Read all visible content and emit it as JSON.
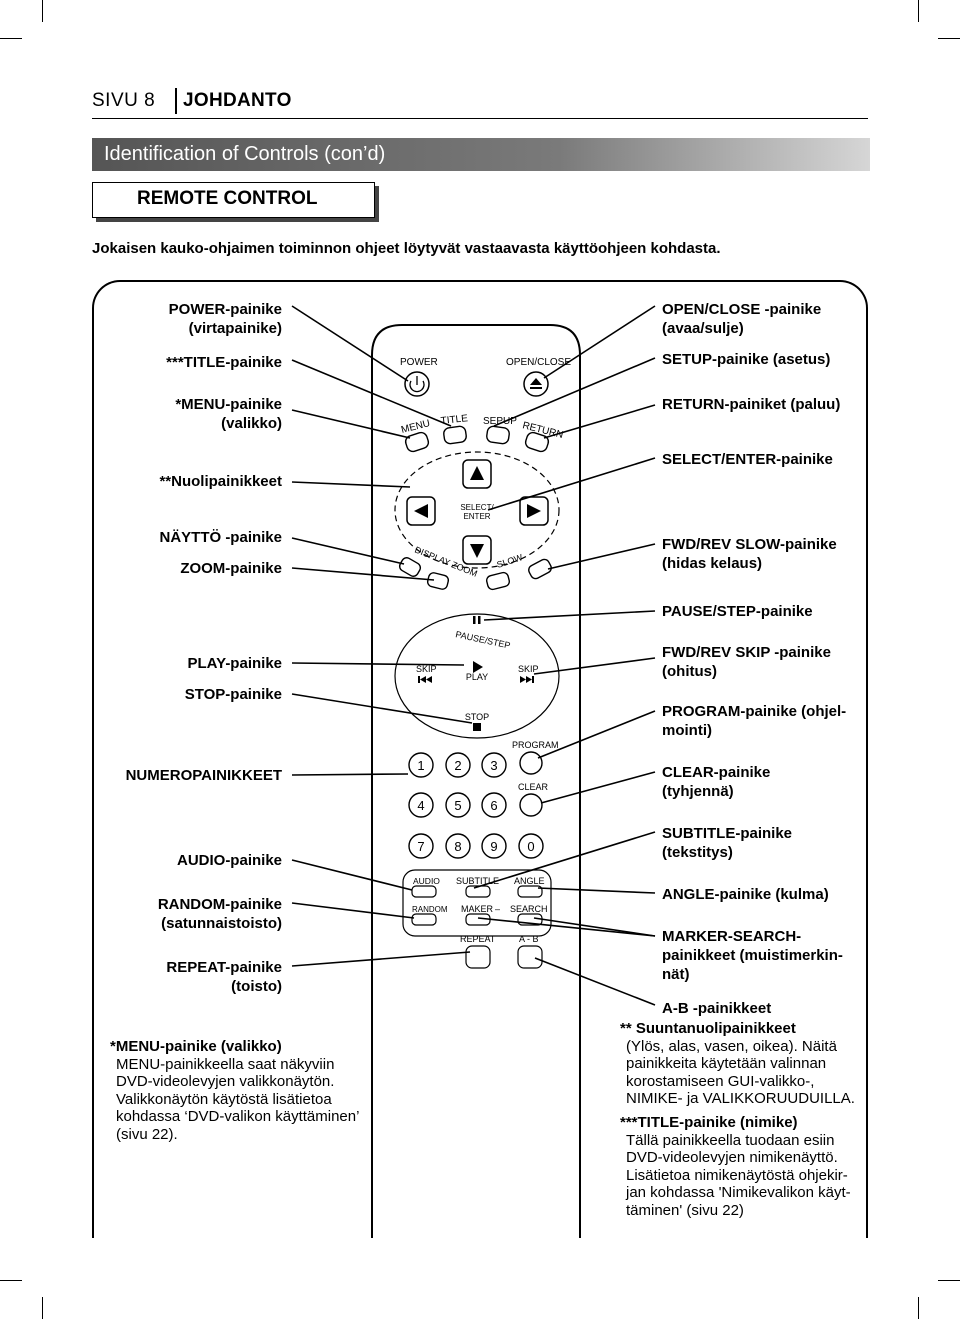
{
  "header": {
    "page": "SIVU 8",
    "section": "JOHDANTO"
  },
  "title": "Identification of Controls (con’d)",
  "subtitle": "REMOTE CONTROL",
  "intro": "Jokaisen kauko-ohjaimen toiminnon ohjeet löytyvät vastaavasta käyttöohjeen kohdasta.",
  "left_labels": [
    [
      "POWER-painike",
      "(virtapainike)"
    ],
    [
      "***TITLE-painike"
    ],
    [
      "*MENU-painike",
      "(valikko)"
    ],
    [
      "**Nuolipainikkeet"
    ],
    [
      "NÄYTTÖ -painike"
    ],
    [
      "ZOOM-painike"
    ],
    [
      "PLAY-painike"
    ],
    [
      "STOP-painike"
    ],
    [
      "NUMEROPAINIKKEET"
    ],
    [
      "AUDIO-painike"
    ],
    [
      "RANDOM-painike",
      "(satunnaistoisto)"
    ],
    [
      "REPEAT-painike",
      "(toisto)"
    ]
  ],
  "right_labels": [
    [
      "OPEN/CLOSE -painike",
      "(avaa/sulje)"
    ],
    [
      "SETUP-painike (asetus)"
    ],
    [
      "RETURN-painiket (paluu)"
    ],
    [
      "SELECT/ENTER-painike"
    ],
    [
      "FWD/REV SLOW-painike",
      "(hidas kelaus)"
    ],
    [
      "PAUSE/STEP-painike"
    ],
    [
      "FWD/REV SKIP -painike",
      "(ohitus)"
    ],
    [
      "PROGRAM-painike (ohjel-",
      "mointi)"
    ],
    [
      "CLEAR-painike",
      "(tyhjennä)"
    ],
    [
      "SUBTITLE-painike",
      "(tekstitys)"
    ],
    [
      "ANGLE-painike (kulma)"
    ],
    [
      "MARKER-SEARCH-",
      "painikkeet (muistimerkin-",
      "nät)"
    ],
    [
      "A-B -painikkeet"
    ]
  ],
  "note_menu": {
    "heading": "*MENU-painike (valikko)",
    "lines": [
      "MENU-painikkeella saat näkyviin",
      "DVD-videolevyjen valikkonäytön.",
      "Valikkonäytön käytöstä lisätietoa",
      "kohdassa ‘DVD-valikon käyttäminen’",
      "(sivu 22)."
    ]
  },
  "note_arrows": {
    "heading": "** Suuntanuolipainikkeet",
    "lines": [
      "(Ylös, alas, vasen, oikea). Näitä",
      "painikkeita käytetään valinnan",
      "korostamiseen GUI-valikko-,",
      "NIMIKE- ja VALIKKORUUDUILLA."
    ]
  },
  "note_title": {
    "heading": "***TITLE-painike (nimike)",
    "lines": [
      "Tällä painikkeella tuodaan esiin",
      "DVD-videolevyjen nimikenäyttö.",
      "Lisätietoa nimikenäytöstä ohjekir-",
      "jan kohdassa 'Nimikevalikon käyt-",
      "täminen' (sivu 22)"
    ]
  },
  "remote": {
    "power": "POWER",
    "open_close": "OPEN/CLOSE",
    "menu": "MENU",
    "title": "TITLE",
    "setup": "SEPUP",
    "return": "RETURN",
    "select_enter": [
      "SELECT/",
      "ENTER"
    ],
    "display_zoom": "DISPLAY ZOOM",
    "slow": "SLOW",
    "pause_step": "PAUSE/STEP",
    "skip": "SKIP",
    "play": "PLAY",
    "stop": "STOP",
    "program": "PROGRAM",
    "clear": "CLEAR",
    "digits": [
      "1",
      "2",
      "3",
      "4",
      "5",
      "6",
      "7",
      "8",
      "9",
      "0"
    ],
    "audio": "AUDIO",
    "subtitle": "SUBTITLE",
    "angle": "ANGLE",
    "random": "RANDOM",
    "marker": "MAKER",
    "search": "SEARCH",
    "repeat": "REPEAT",
    "ab": "A - B"
  }
}
